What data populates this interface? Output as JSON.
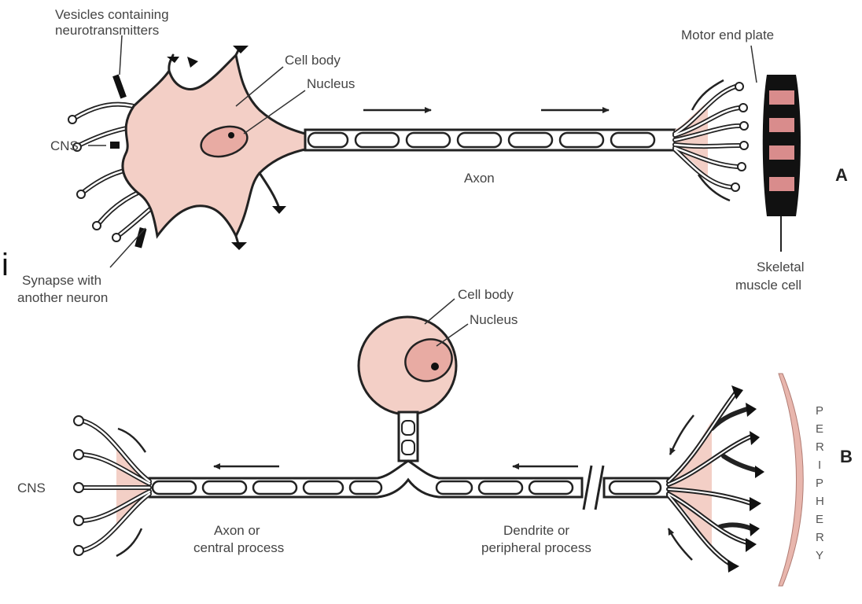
{
  "panel_a": {
    "panel_letter": "A",
    "labels": {
      "vesicles_line1": "Vesicles containing",
      "vesicles_line2": "neurotransmitters",
      "cell_body": "Cell body",
      "nucleus": "Nucleus",
      "cns": "CNS",
      "axon": "Axon",
      "motor_end_plate": "Motor end plate",
      "skeletal_line1": "Skeletal",
      "skeletal_line2": "muscle cell",
      "synapse_line1": "Synapse with",
      "synapse_line2": "another neuron"
    }
  },
  "panel_b": {
    "panel_letter": "B",
    "labels": {
      "cell_body": "Cell body",
      "nucleus": "Nucleus",
      "cns": "CNS",
      "axon_line1": "Axon or",
      "axon_line2": "central process",
      "dendrite_line1": "Dendrite or",
      "dendrite_line2": "peripheral process",
      "periphery_letters": [
        "P",
        "E",
        "R",
        "I",
        "P",
        "H",
        "E",
        "R",
        "Y"
      ]
    }
  },
  "edge_glyph": "i",
  "colors": {
    "cell_fill": "#f3cfc6",
    "nucleus_fill": "#e8aba3",
    "muscle_pink": "#d98c8c",
    "outline": "#222222",
    "text": "#444444"
  }
}
